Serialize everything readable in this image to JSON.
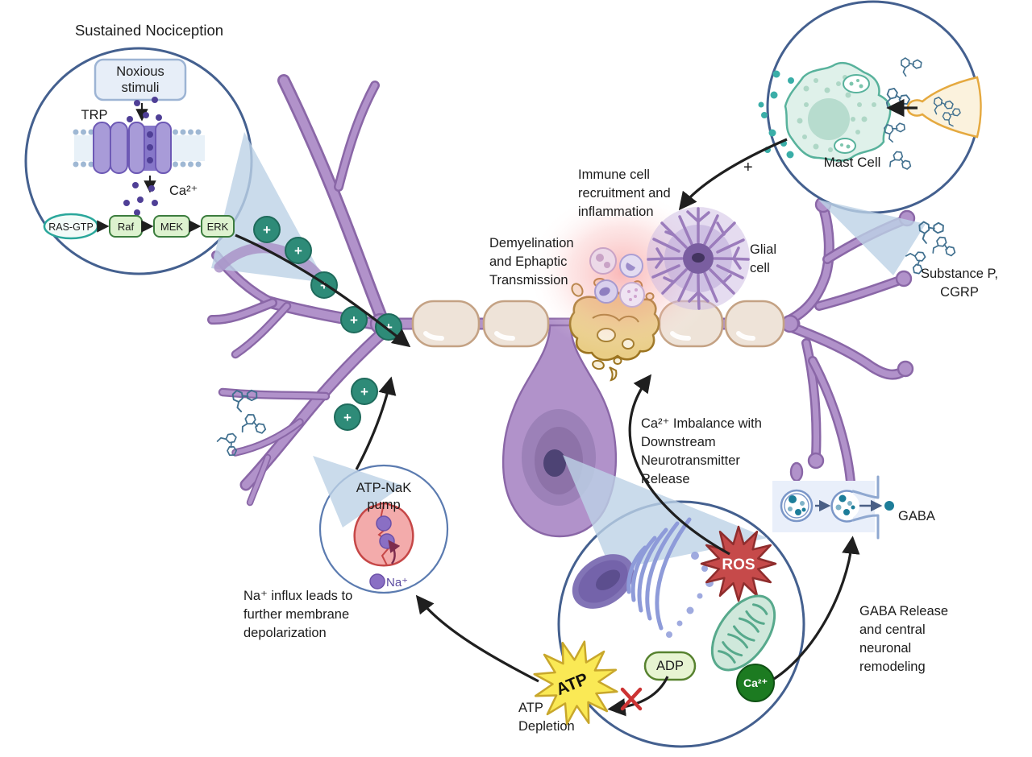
{
  "figure": {
    "title": "Sustained Nociception",
    "plus_marker": "+",
    "nociception_inset": {
      "noxious_lines": [
        "Noxious",
        "stimuli"
      ],
      "trp": "TRP",
      "ca": "Ca²⁺",
      "pathway": [
        "RAS-GTP",
        "Raf",
        "MEK",
        "ERK"
      ]
    },
    "mast_inset": {
      "label": "Mast Cell"
    },
    "pump_inset": {
      "title": [
        "ATP-NaK",
        "pump"
      ],
      "na": "Na⁺"
    },
    "cell_inset": {
      "ros": "ROS",
      "adp": "ADP",
      "atp": "ATP",
      "ca": "Ca²⁺"
    },
    "annotations": {
      "immune": [
        "Immune cell",
        "recruitment and",
        "inflammation"
      ],
      "demyelination": [
        "Demyelination",
        "and Ephaptic",
        "Transmission"
      ],
      "glial": [
        "Glial",
        "cell"
      ],
      "substance": [
        "Substance P,",
        "CGRP"
      ],
      "ca_imbalance": [
        "Ca²⁺ Imbalance with",
        "Downstream",
        "Neurotransmitter",
        "Release"
      ],
      "gaba": "GABA",
      "gaba_release": [
        "GABA Release",
        "and central",
        "neuronal",
        "remodeling"
      ],
      "na_influx": [
        "Na⁺ influx leads to",
        "further membrane",
        "depolarization"
      ],
      "atp_depletion": [
        "ATP",
        "Depletion"
      ]
    }
  },
  "colors": {
    "ink": "#1c1c1c",
    "arrow_black": "#1f1f1f",
    "inset_ring": "#44608f",
    "neuron_fill": "#b192ca",
    "neuron_stroke": "#8a67a7",
    "myelin_fill": "#eee3d8",
    "myelin_stroke": "#c4a284",
    "damaged_myelin_fill": "#e9cd86",
    "damaged_myelin_stroke": "#9c7420",
    "marker_green": "#2e8b78",
    "cone_blue": "#bdd2e6",
    "mast_fill": "#dff1ea",
    "mast_stroke": "#58b29c",
    "granule_teal": "#3aaea8",
    "terminal_fill": "#fbf2dd",
    "terminal_stroke": "#e5a93f",
    "ros_red": "#c64a4a",
    "atp_yellow": "#fae955",
    "adp_green": "#e7f4d2",
    "ca_green": "#1c7b21",
    "er_blue": "#8e9bd9",
    "mito_green": "#57a98c",
    "pump_pink": "#f3abab",
    "ion_purple": "#8a6fc4",
    "gaba_box": "#e9effa",
    "vesicle_blue": "#7b97c8",
    "glow_red": "#f47c7c",
    "glial_fill": "#cbb9e2",
    "molecule_blue": "#41708f",
    "block_red": "#cc3333"
  }
}
